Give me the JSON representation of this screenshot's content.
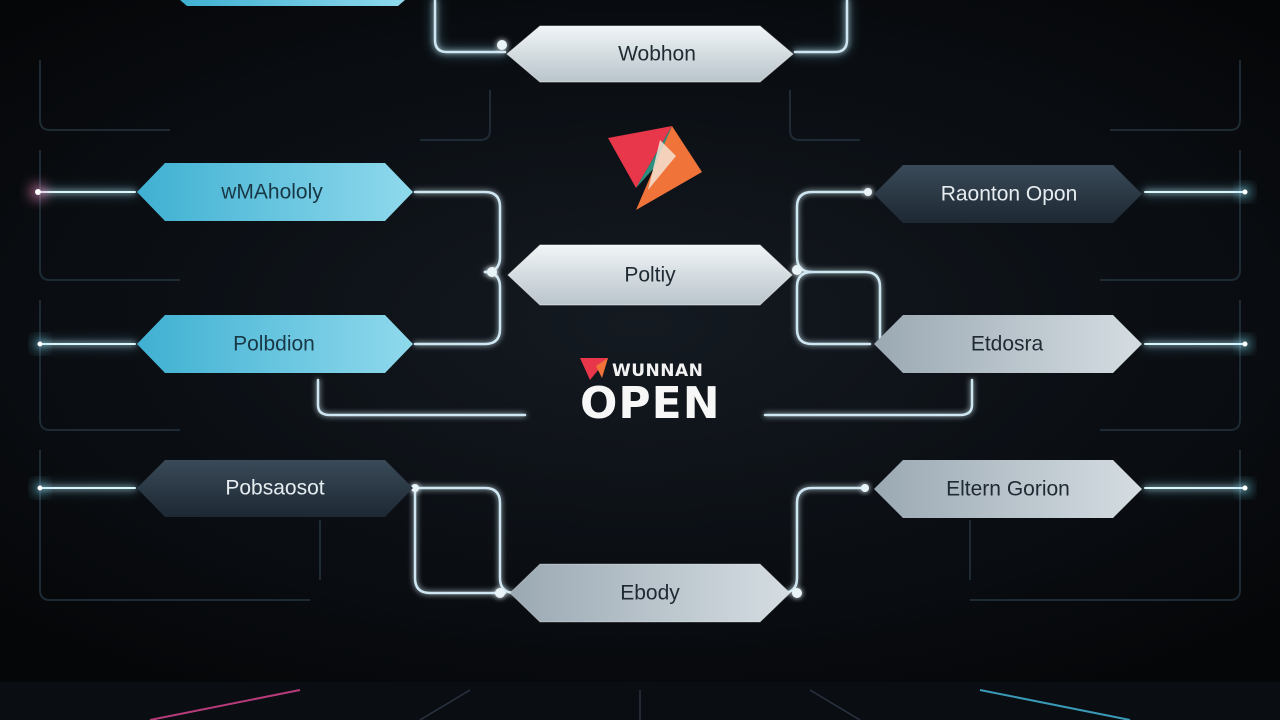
{
  "brand": {
    "small_title": "WUNNAN",
    "big_title": "OPEN",
    "accent_red": "#e8374a",
    "accent_orange": "#f0733a",
    "accent_green": "#2a8f7c"
  },
  "colors": {
    "glow_cyan": "#7fe3ff",
    "glow_pink": "#ff5fb0",
    "node_light": "#dfe6ea",
    "node_cyan": "#5cc3de",
    "node_dark": "#2c3a47"
  },
  "nodes": {
    "top_final": "Wobhon",
    "left_r1_a": "wMAhololy",
    "left_r1_b": "Polbdion",
    "left_r1_c": "Pobsaosot",
    "center_semi_top": "Poltiy",
    "center_semi_bottom": "Ebody",
    "right_r1_a": "Raonton Opon",
    "right_r1_b": "Etdosra",
    "right_r1_c": "Eltern Gorion"
  }
}
